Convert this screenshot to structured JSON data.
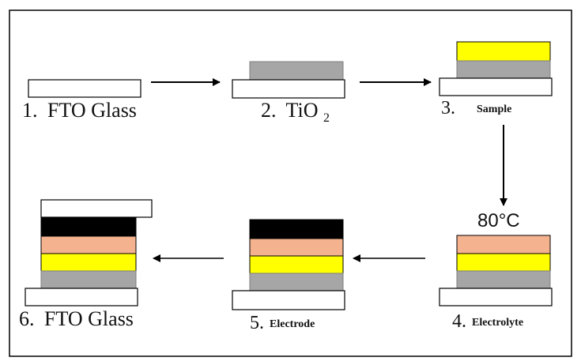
{
  "colors": {
    "frame": "#000000",
    "glass_fill": "#ffffff",
    "tio2": "#a6a6a6",
    "sample": "#ffff00",
    "electrolyte": "#f5b28f",
    "electrode": "#000000",
    "arrow": "#000000"
  },
  "steps": {
    "s1": {
      "number": "1.",
      "text": "FTO Glass"
    },
    "s2": {
      "number": "2.",
      "text": "TiO",
      "subscript": "2"
    },
    "s3": {
      "number": "3.",
      "text": "Sample"
    },
    "s4": {
      "number": "4.",
      "text": "Electrolyte"
    },
    "s5": {
      "number": "5.",
      "text": "Electrode"
    },
    "s6": {
      "number": "6.",
      "text": "FTO Glass"
    }
  },
  "annotations": {
    "temperature": "80°C"
  }
}
